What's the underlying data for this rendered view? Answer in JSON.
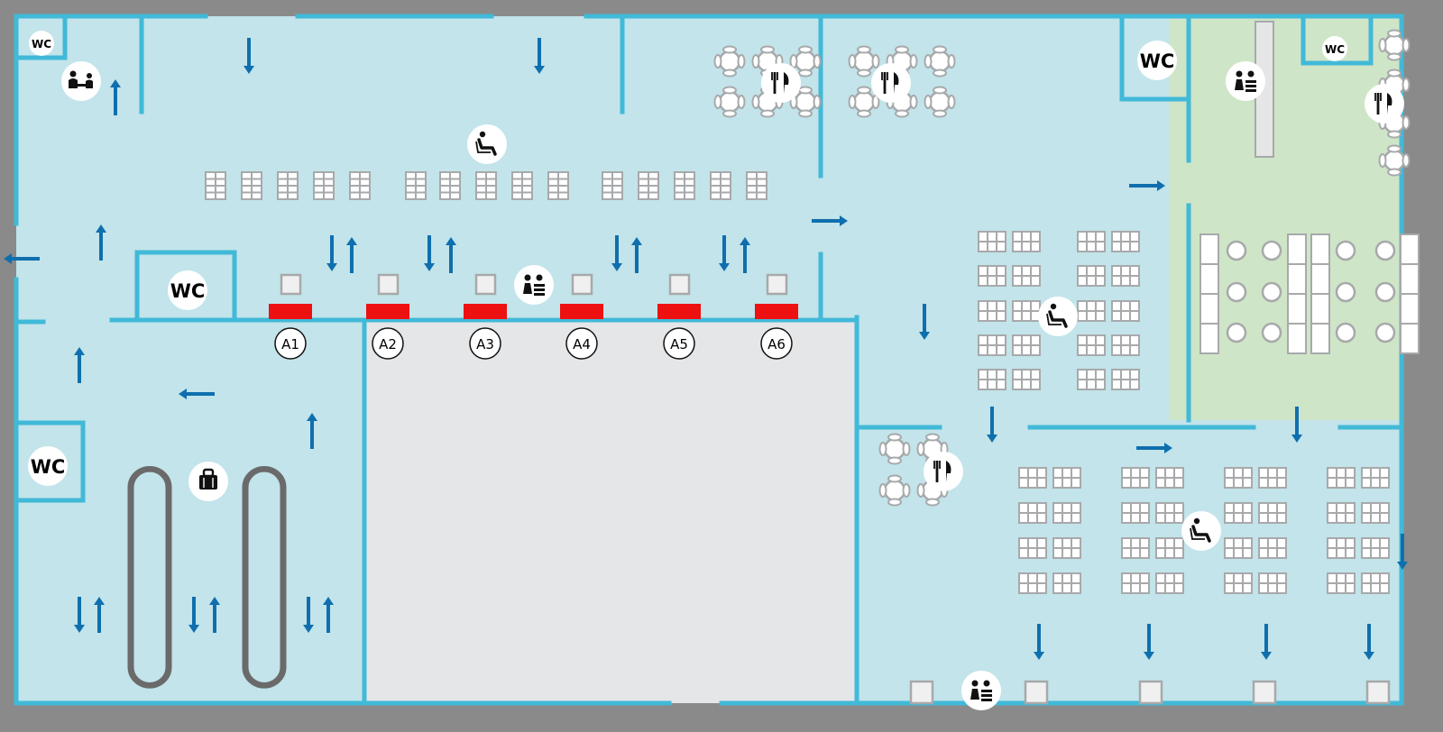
{
  "colors": {
    "frame": "#8a8a8a",
    "floor_blue": "#c2e4ea",
    "floor_green": "#cfe5c7",
    "restricted": "#e4e6e8",
    "wall": "#41b9d8",
    "arrow": "#0f6fae",
    "furniture": "#a7a9ab",
    "gate_counter": "#ee1111",
    "baggage_belt": "#6a6a6a"
  },
  "icons": {
    "restroom": "wc-icon",
    "family_room": "family-room-icon",
    "lounge": "waiting-area-seat-icon",
    "service_desk": "information-desk-icon",
    "restaurant": "restaurant-icon",
    "baggage": "baggage-claim-icon"
  },
  "restrooms": [
    {
      "label": "WC"
    },
    {
      "label": "WC"
    },
    {
      "label": "WC"
    },
    {
      "label": "WC"
    },
    {
      "label": "WC"
    }
  ],
  "gates": [
    {
      "label": "A1"
    },
    {
      "label": "A2"
    },
    {
      "label": "A3"
    },
    {
      "label": "A4"
    },
    {
      "label": "A5"
    },
    {
      "label": "A6"
    }
  ]
}
